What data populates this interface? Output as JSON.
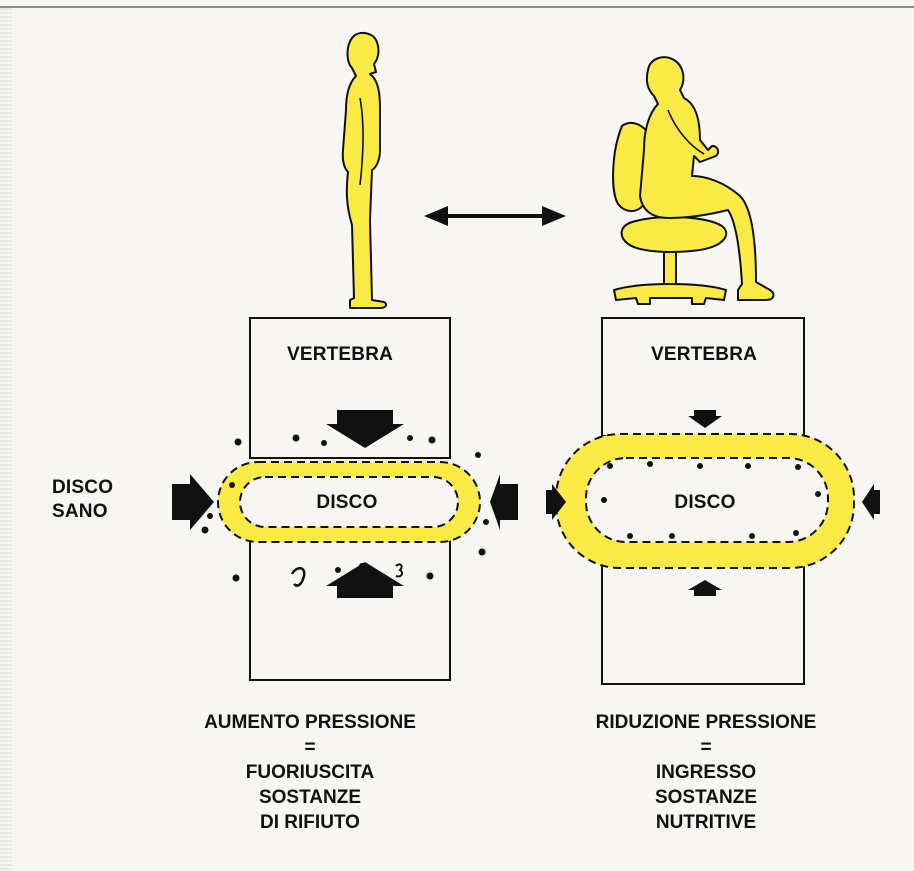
{
  "diagram": {
    "side_label": {
      "line1": "DISCO",
      "line2": "SANO"
    },
    "left_panel": {
      "vertebra_label": "VERTEBRA",
      "disc_label": "DISCO",
      "caption": [
        "AUMENTO PRESSIONE",
        "=",
        "FUORIUSCITA",
        "SOSTANZE",
        "DI RIFIUTO"
      ]
    },
    "right_panel": {
      "vertebra_label": "VERTEBRA",
      "disc_label": "DISCO",
      "caption": [
        "RIDUZIONE PRESSIONE",
        "=",
        "INGRESSO",
        "SOSTANZE",
        "NUTRITIVE"
      ]
    },
    "colors": {
      "figure": "#f9ea46",
      "outline": "#111111",
      "background": "#f7f6f2"
    },
    "icons": [
      "standing-person-icon",
      "seated-person-icon",
      "office-chair-icon",
      "double-arrow-icon",
      "pressure-arrow-icon"
    ]
  }
}
